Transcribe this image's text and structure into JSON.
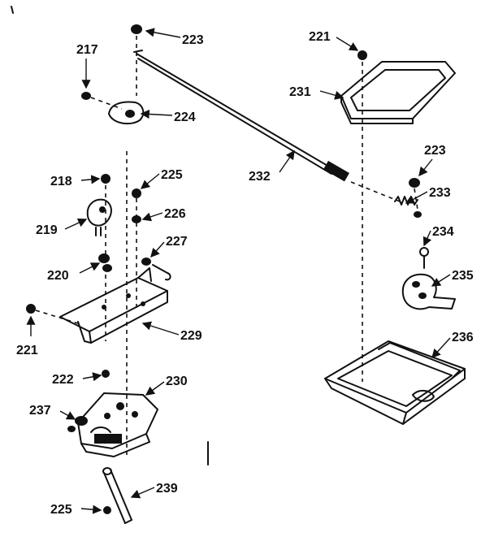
{
  "diagram": {
    "callouts": {
      "p217": "217",
      "p218": "218",
      "p219": "219",
      "p220": "220",
      "p221a": "221",
      "p221b": "221",
      "p222": "222",
      "p223a": "223",
      "p223b": "223",
      "p224": "224",
      "p225a": "225",
      "p225b": "225",
      "p226": "226",
      "p227": "227",
      "p229": "229",
      "p230": "230",
      "p231": "231",
      "p232": "232",
      "p233": "233",
      "p234": "234",
      "p235": "235",
      "p236": "236",
      "p237": "237",
      "p239": "239"
    },
    "ink_color": "#111111",
    "background_color": "#ffffff"
  }
}
